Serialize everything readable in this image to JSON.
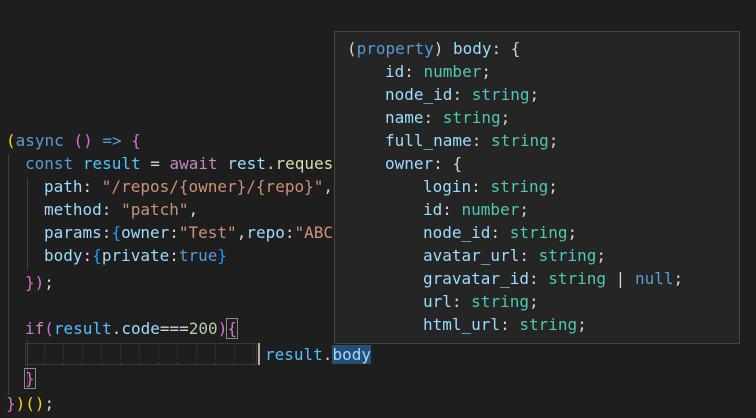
{
  "code": {
    "l1": {
      "open": "(",
      "async": "async",
      "arrow_open": " () ",
      "arrow": "=>",
      "brace": " {"
    },
    "l2": {
      "const": "const",
      "result": "result",
      "eq": " = ",
      "await": "await",
      "rest": "rest",
      "dot": ".",
      "request": "request"
    },
    "l3": {
      "key": "path",
      "colon": ": ",
      "value": "\"/repos/{owner}/{repo}\"",
      "comma": ","
    },
    "l4": {
      "key": "method",
      "colon": ": ",
      "value": "\"patch\"",
      "comma": ","
    },
    "l5": {
      "key": "params",
      "colon": ":",
      "brace": "{",
      "owner_key": "owner",
      "owner_val": "\"Test\"",
      "repo_key": "repo",
      "repo_val": "\"ABC\""
    },
    "l6": {
      "key": "body",
      "colon": ":",
      "brace_open": "{",
      "priv_key": "private",
      "priv_val": "true",
      "brace_close": "}"
    },
    "l7": {
      "brace": "}",
      "paren": ")",
      "semi": ";"
    },
    "l9": {
      "if": "if",
      "open": "(",
      "result": "result",
      "dot": ".",
      "code": "code",
      "op": "===",
      "num": "200",
      "close": ")",
      "brace": "{"
    },
    "l10": {
      "result": "result",
      "dot": ".",
      "body": "body"
    },
    "l11": {
      "brace": "}"
    },
    "l12": {
      "brace": "}",
      "paren": ")",
      "call": "()",
      "semi": ";"
    }
  },
  "hover": {
    "header": {
      "open": "(",
      "kind": "property",
      "close": ")",
      "name": " body",
      "colon": ": {"
    },
    "fields": [
      {
        "name": "id",
        "type": "number"
      },
      {
        "name": "node_id",
        "type": "string"
      },
      {
        "name": "name",
        "type": "string"
      },
      {
        "name": "full_name",
        "type": "string"
      },
      {
        "name": "owner",
        "type": "{"
      }
    ],
    "owner_fields": [
      {
        "name": "login",
        "type": "string"
      },
      {
        "name": "id",
        "type": "number"
      },
      {
        "name": "node_id",
        "type": "string"
      },
      {
        "name": "avatar_url",
        "type": "string"
      },
      {
        "name": "gravatar_id",
        "type": "string",
        "union": " | ",
        "type2": "null"
      },
      {
        "name": "url",
        "type": "string"
      },
      {
        "name": "html_url",
        "type": "string"
      }
    ]
  }
}
